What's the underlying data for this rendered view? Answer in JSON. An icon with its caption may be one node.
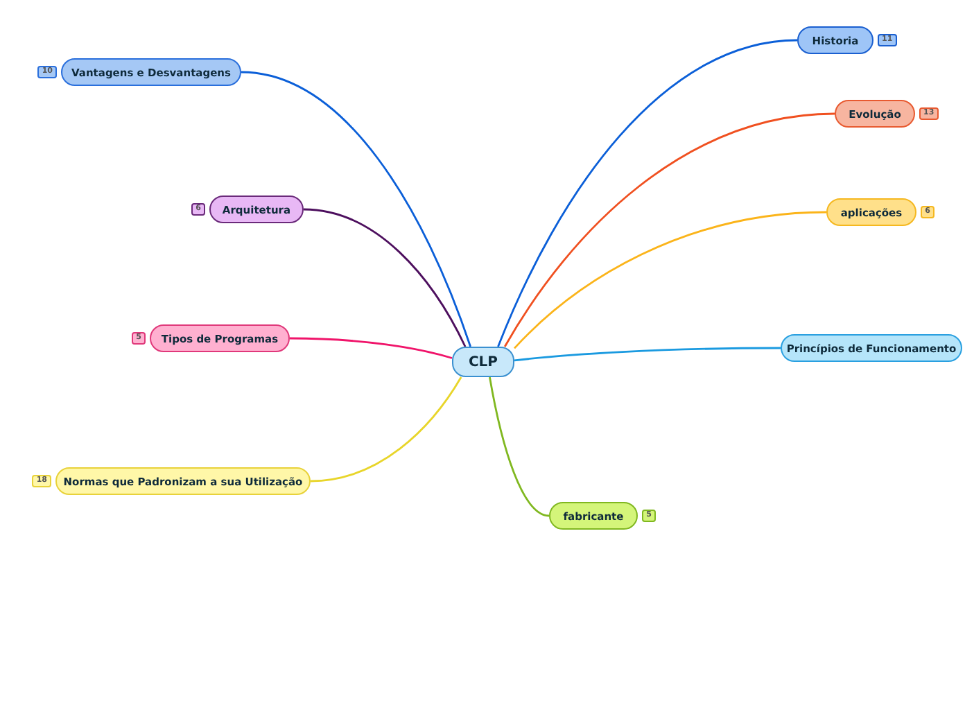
{
  "diagram": {
    "nodes": [
      {
        "text": [
          "CLP"
        ]
      },
      {
        "text": [
          "Vantagens e Desvantagens"
        ],
        "beside": [
          "10"
        ]
      },
      {
        "text": [
          "Arquitetura"
        ],
        "beside": [
          "6"
        ]
      },
      {
        "text": [
          "Tipos de Programas"
        ],
        "beside": [
          "5"
        ]
      },
      {
        "text": [
          "Normas que Padronizam a sua Utilização"
        ],
        "beside": [
          "18"
        ]
      },
      {
        "text": [
          "Historia"
        ],
        "beside": [
          "11"
        ]
      },
      {
        "text": [
          "Evolução"
        ],
        "beside": [
          "13"
        ]
      },
      {
        "text": [
          "aplicações"
        ],
        "beside": [
          "6"
        ]
      },
      {
        "text": [
          "Princípios de Funcionamento"
        ]
      },
      {
        "text": [
          "fabricante"
        ],
        "beside": [
          "5"
        ]
      }
    ],
    "edges": [
      {
        "from": 0,
        "to": 1,
        "arrow": "none",
        "color": "#0b5fd8"
      },
      {
        "from": 0,
        "to": 2,
        "arrow": "none",
        "color": "#4d0f5e"
      },
      {
        "from": 0,
        "to": 3,
        "arrow": "none",
        "color": "#f0146a"
      },
      {
        "from": 0,
        "to": 4,
        "arrow": "none",
        "color": "#e8d52a"
      },
      {
        "from": 0,
        "to": 5,
        "arrow": "none",
        "color": "#0b5fd8"
      },
      {
        "from": 0,
        "to": 6,
        "arrow": "none",
        "color": "#f05020"
      },
      {
        "from": 0,
        "to": 7,
        "arrow": "none",
        "color": "#fbb41a"
      },
      {
        "from": 0,
        "to": 8,
        "arrow": "none",
        "color": "#1a9ae0"
      },
      {
        "from": 0,
        "to": 9,
        "arrow": "none",
        "color": "#80b820"
      }
    ]
  }
}
